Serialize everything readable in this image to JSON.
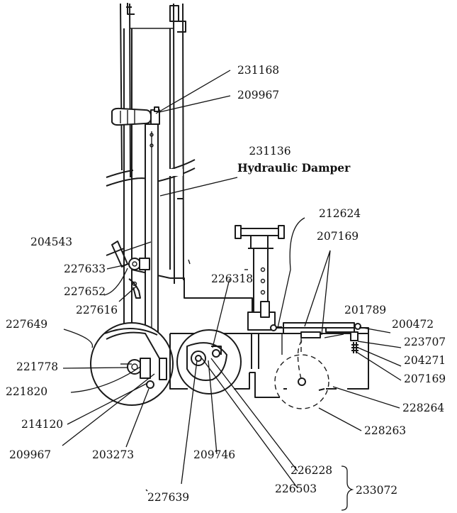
{
  "figure": {
    "hydraulic_damper": {
      "part_no": "231136",
      "name": "Hydraulic Damper"
    },
    "bracket_assembly": {
      "part_no": "233072"
    },
    "parts": [
      {
        "key": "p231168",
        "number": "231168"
      },
      {
        "key": "p209967a",
        "number": "209967"
      },
      {
        "key": "p212624",
        "number": "212624"
      },
      {
        "key": "p207169a",
        "number": "207169"
      },
      {
        "key": "p204543",
        "number": "204543"
      },
      {
        "key": "p227633",
        "number": "227633"
      },
      {
        "key": "p227652",
        "number": "227652"
      },
      {
        "key": "p226318",
        "number": "226318"
      },
      {
        "key": "p227616",
        "number": "227616"
      },
      {
        "key": "p201789",
        "number": "201789"
      },
      {
        "key": "p200472",
        "number": "200472"
      },
      {
        "key": "p227649",
        "number": "227649"
      },
      {
        "key": "p223707",
        "number": "223707"
      },
      {
        "key": "p221778",
        "number": "221778"
      },
      {
        "key": "p204271",
        "number": "204271"
      },
      {
        "key": "p207169b",
        "number": "207169"
      },
      {
        "key": "p221820",
        "number": "221820"
      },
      {
        "key": "p228264",
        "number": "228264"
      },
      {
        "key": "p214120",
        "number": "214120"
      },
      {
        "key": "p228263",
        "number": "228263"
      },
      {
        "key": "p209967b",
        "number": "209967"
      },
      {
        "key": "p203273",
        "number": "203273"
      },
      {
        "key": "p209746",
        "number": "209746"
      },
      {
        "key": "p226228",
        "number": "226228"
      },
      {
        "key": "p227639",
        "number": "227639"
      },
      {
        "key": "p226503",
        "number": "226503"
      }
    ]
  }
}
